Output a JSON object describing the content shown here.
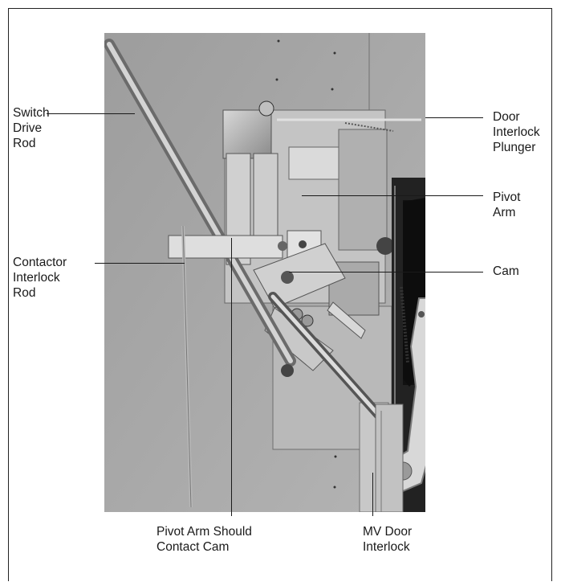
{
  "callouts": {
    "switch_drive_rod": "Switch\nDrive\nRod",
    "contactor_interlock_rod": "Contactor\nInterlock\nRod",
    "door_interlock_plunger": "Door\nInterlock\nPlunger",
    "pivot_arm": "Pivot\nArm",
    "cam": "Cam",
    "pivot_arm_should_contact_cam": "Pivot Arm Should\nContact Cam",
    "mv_door_interlock": "MV Door\nInterlock"
  }
}
